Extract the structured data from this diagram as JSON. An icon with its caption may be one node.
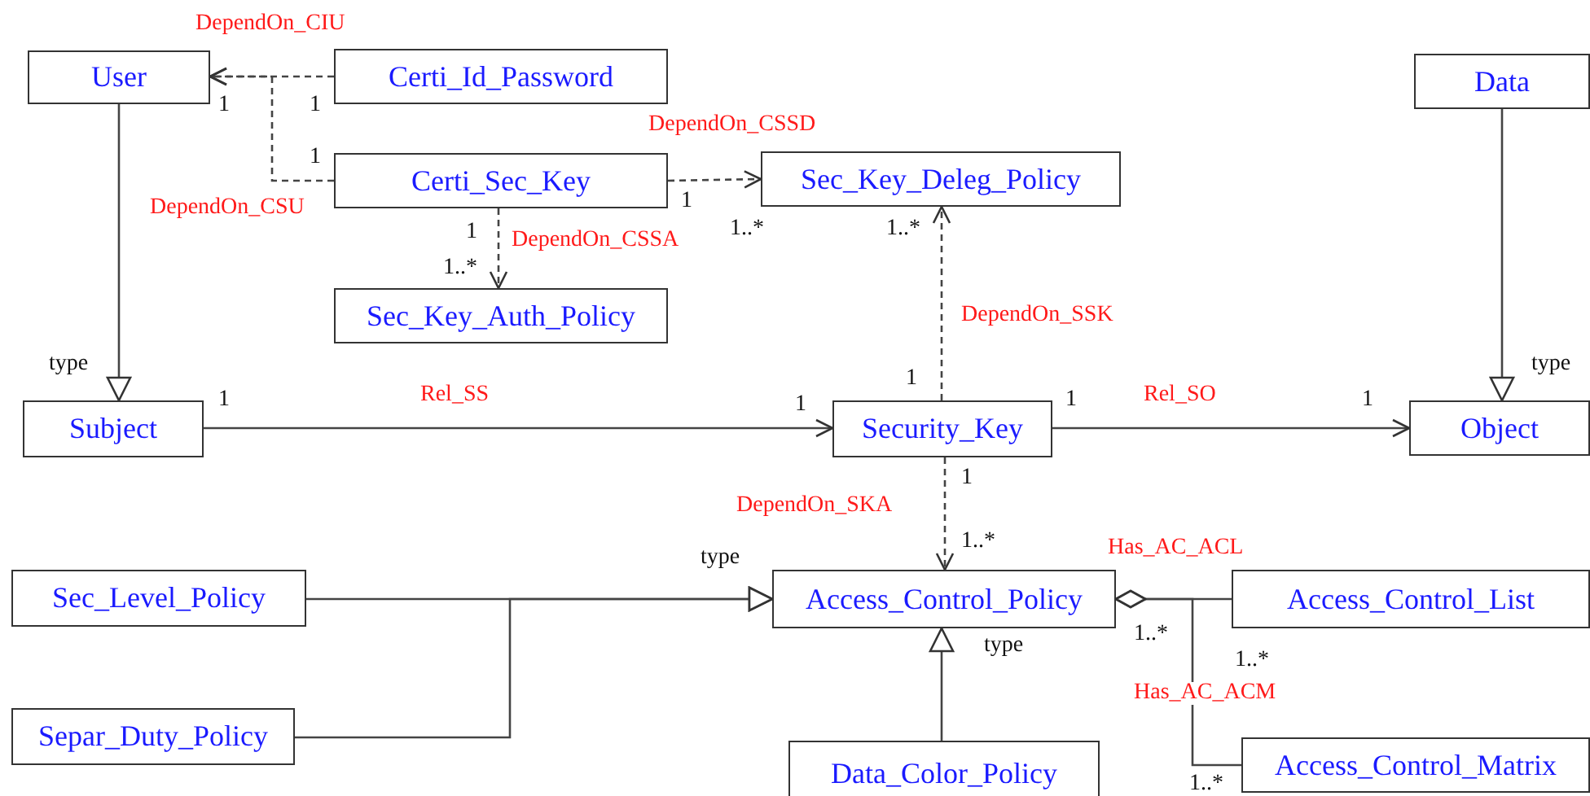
{
  "diagram": {
    "nodes": [
      {
        "text": [
          "User"
        ]
      },
      {
        "text": [
          "Certi_Id_Password"
        ]
      },
      {
        "text": [
          "Data"
        ]
      },
      {
        "text": [
          "Certi_Sec_Key"
        ]
      },
      {
        "text": [
          "Sec_Key_Deleg_Policy"
        ]
      },
      {
        "text": [
          "Sec_Key_Auth_Policy"
        ]
      },
      {
        "text": [
          "Subject"
        ]
      },
      {
        "text": [
          "Security_Key"
        ]
      },
      {
        "text": [
          "Object"
        ]
      },
      {
        "text": [
          "Sec_Level_Policy"
        ]
      },
      {
        "text": [
          "Access_Control_Policy"
        ]
      },
      {
        "text": [
          "Access_Control_List"
        ]
      },
      {
        "text": [
          "Separ_Duty_Policy"
        ]
      },
      {
        "text": [
          "Data_Color_Policy"
        ]
      },
      {
        "text": [
          "Access_Control_Matrix"
        ]
      }
    ],
    "edges": [
      {
        "from": 1,
        "to": 0,
        "arrow": "to",
        "style": "dashed",
        "label": "DependOn_CIU"
      },
      {
        "from": 3,
        "to": 0,
        "arrow": "to",
        "style": "dashed",
        "label": "DependOn_CSU"
      },
      {
        "from": 3,
        "to": 4,
        "arrow": "to",
        "style": "dashed",
        "label": "DependOn_CSSD"
      },
      {
        "from": 3,
        "to": 5,
        "arrow": "to",
        "style": "dashed",
        "label": "DependOn_CSSA"
      },
      {
        "from": 7,
        "to": 4,
        "arrow": "to",
        "style": "dashed",
        "label": "DependOn_SSK"
      },
      {
        "from": 0,
        "to": 6,
        "arrow": "to",
        "label": "type"
      },
      {
        "from": 2,
        "to": 8,
        "arrow": "to",
        "label": "type"
      },
      {
        "from": 6,
        "to": 7,
        "arrow": "to",
        "label": "Rel_SS"
      },
      {
        "from": 7,
        "to": 8,
        "arrow": "to",
        "label": "Rel_SO"
      },
      {
        "from": 7,
        "to": 10,
        "arrow": "to",
        "style": "dashed",
        "label": "DependOn_SKA"
      },
      {
        "from": 9,
        "to": 10,
        "arrow": "to",
        "label": "type"
      },
      {
        "from": 12,
        "to": 10,
        "arrow": "to"
      },
      {
        "from": 13,
        "to": 10,
        "arrow": "to",
        "label": "type"
      },
      {
        "from": 11,
        "to": 10,
        "arrow": "other",
        "label": "Has_AC_ACL"
      },
      {
        "from": 14,
        "to": 10,
        "arrow": "other",
        "label": "Has_AC_ACM"
      }
    ],
    "labels": [
      "1",
      "1",
      "1",
      "1",
      "1..*",
      "1..*",
      "1",
      "1..*",
      "1",
      "1",
      "1",
      "1",
      "1",
      "1",
      "1..*",
      "1..*",
      "1..*",
      "1..*"
    ]
  }
}
